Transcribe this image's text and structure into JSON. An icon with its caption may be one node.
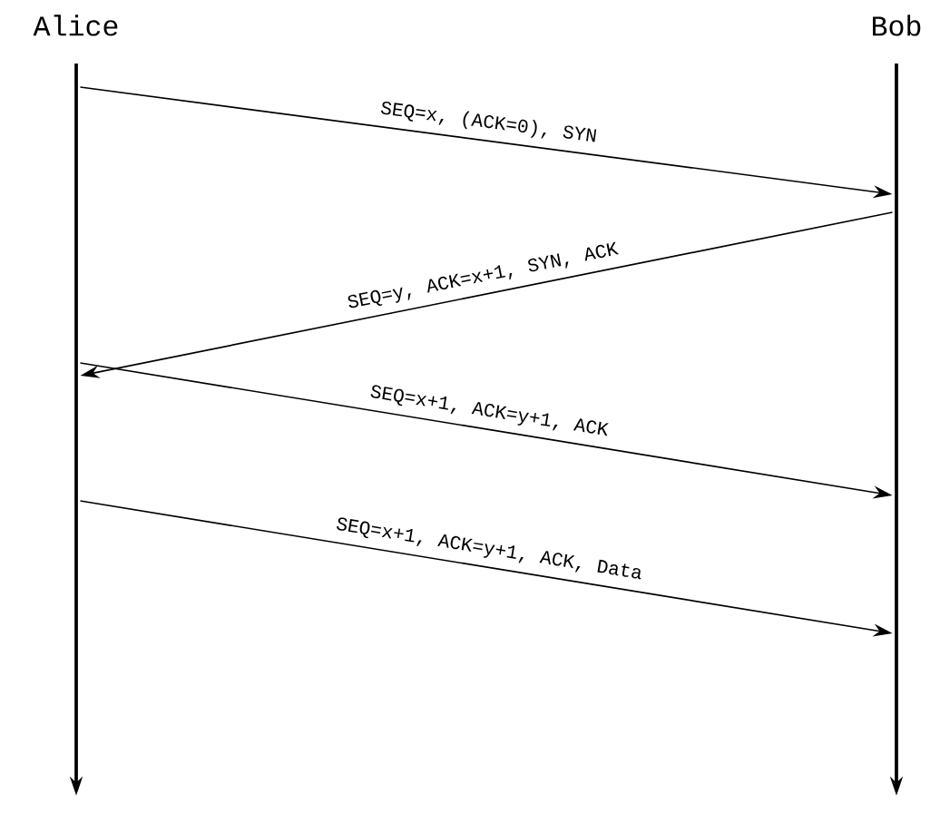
{
  "diagram": {
    "nodes": [
      {
        "text": [
          "Alice"
        ]
      },
      {
        "text": [
          "Bob"
        ]
      },
      {
        "text": [],
        "shape": "bar"
      },
      {
        "text": [],
        "shape": "bar"
      }
    ],
    "edges": [
      {
        "from": 2,
        "to": 3,
        "arrow": "to",
        "label": "SEQ=x, (ACK=0), SYN"
      },
      {
        "from": 3,
        "to": 2,
        "arrow": "to",
        "label": "SEQ=y, ACK=x+1, SYN, ACK"
      },
      {
        "from": 2,
        "to": 3,
        "arrow": "to",
        "label": "SEQ=x+1, ACK=y+1, ACK"
      },
      {
        "from": 2,
        "to": 3,
        "arrow": "to",
        "label": "SEQ=x+1, ACK=y+1, ACK, Data"
      }
    ]
  }
}
